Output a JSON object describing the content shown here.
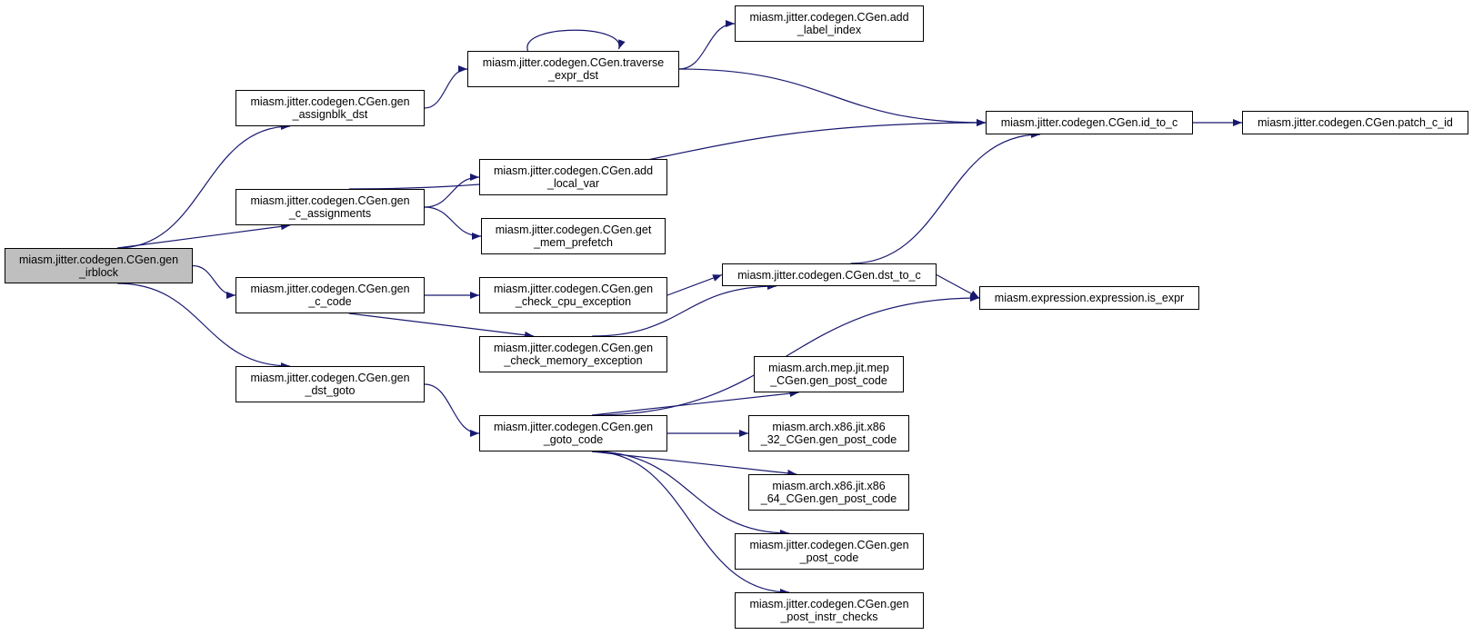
{
  "graph": {
    "edge_color": "#191970",
    "root_fill": "#bfbfbf",
    "nodes": [
      {
        "id": "gen_irblock",
        "lines": [
          "miasm.jitter.codegen.CGen.gen",
          "_irblock"
        ],
        "root": true
      },
      {
        "id": "gen_assignblk_dst",
        "lines": [
          "miasm.jitter.codegen.CGen.gen",
          "_assignblk_dst"
        ]
      },
      {
        "id": "gen_c_assignments",
        "lines": [
          "miasm.jitter.codegen.CGen.gen",
          "_c_assignments"
        ]
      },
      {
        "id": "gen_c_code",
        "lines": [
          "miasm.jitter.codegen.CGen.gen",
          "_c_code"
        ]
      },
      {
        "id": "gen_dst_goto",
        "lines": [
          "miasm.jitter.codegen.CGen.gen",
          "_dst_goto"
        ]
      },
      {
        "id": "traverse_expr_dst",
        "lines": [
          "miasm.jitter.codegen.CGen.traverse",
          "_expr_dst"
        ]
      },
      {
        "id": "add_local_var",
        "lines": [
          "miasm.jitter.codegen.CGen.add",
          "_local_var"
        ]
      },
      {
        "id": "get_mem_prefetch",
        "lines": [
          "miasm.jitter.codegen.CGen.get",
          "_mem_prefetch"
        ]
      },
      {
        "id": "gen_check_cpu_exception",
        "lines": [
          "miasm.jitter.codegen.CGen.gen",
          "_check_cpu_exception"
        ]
      },
      {
        "id": "gen_check_memory_exception",
        "lines": [
          "miasm.jitter.codegen.CGen.gen",
          "_check_memory_exception"
        ]
      },
      {
        "id": "gen_goto_code",
        "lines": [
          "miasm.jitter.codegen.CGen.gen",
          "_goto_code"
        ]
      },
      {
        "id": "add_label_index",
        "lines": [
          "miasm.jitter.codegen.CGen.add",
          "_label_index"
        ]
      },
      {
        "id": "dst_to_c",
        "lines": [
          "miasm.jitter.codegen.CGen.dst_to_c"
        ]
      },
      {
        "id": "id_to_c",
        "lines": [
          "miasm.jitter.codegen.CGen.id_to_c"
        ]
      },
      {
        "id": "patch_c_id",
        "lines": [
          "miasm.jitter.codegen.CGen.patch_c_id"
        ]
      },
      {
        "id": "is_expr",
        "lines": [
          "miasm.expression.expression.is_expr"
        ]
      },
      {
        "id": "mep_gen_post_code",
        "lines": [
          "miasm.arch.mep.jit.mep",
          "_CGen.gen_post_code"
        ]
      },
      {
        "id": "x86_32_gen_post_code",
        "lines": [
          "miasm.arch.x86.jit.x86",
          "_32_CGen.gen_post_code"
        ]
      },
      {
        "id": "x86_64_gen_post_code",
        "lines": [
          "miasm.arch.x86.jit.x86",
          "_64_CGen.gen_post_code"
        ]
      },
      {
        "id": "gen_post_code",
        "lines": [
          "miasm.jitter.codegen.CGen.gen",
          "_post_code"
        ]
      },
      {
        "id": "gen_post_instr_checks",
        "lines": [
          "miasm.jitter.codegen.CGen.gen",
          "_post_instr_checks"
        ]
      }
    ],
    "edges": [
      {
        "from": "gen_irblock",
        "to": "gen_assignblk_dst"
      },
      {
        "from": "gen_irblock",
        "to": "gen_c_assignments"
      },
      {
        "from": "gen_irblock",
        "to": "gen_c_code"
      },
      {
        "from": "gen_irblock",
        "to": "gen_dst_goto"
      },
      {
        "from": "gen_assignblk_dst",
        "to": "traverse_expr_dst"
      },
      {
        "from": "traverse_expr_dst",
        "to": "traverse_expr_dst"
      },
      {
        "from": "traverse_expr_dst",
        "to": "add_label_index"
      },
      {
        "from": "traverse_expr_dst",
        "to": "id_to_c"
      },
      {
        "from": "gen_c_assignments",
        "to": "id_to_c"
      },
      {
        "from": "gen_c_assignments",
        "to": "add_local_var"
      },
      {
        "from": "gen_c_assignments",
        "to": "get_mem_prefetch"
      },
      {
        "from": "gen_c_code",
        "to": "gen_check_cpu_exception"
      },
      {
        "from": "gen_c_code",
        "to": "gen_check_memory_exception"
      },
      {
        "from": "gen_check_cpu_exception",
        "to": "dst_to_c"
      },
      {
        "from": "gen_check_memory_exception",
        "to": "dst_to_c"
      },
      {
        "from": "dst_to_c",
        "to": "id_to_c"
      },
      {
        "from": "dst_to_c",
        "to": "is_expr"
      },
      {
        "from": "id_to_c",
        "to": "patch_c_id"
      },
      {
        "from": "gen_dst_goto",
        "to": "gen_goto_code"
      },
      {
        "from": "gen_goto_code",
        "to": "is_expr"
      },
      {
        "from": "gen_goto_code",
        "to": "mep_gen_post_code"
      },
      {
        "from": "gen_goto_code",
        "to": "x86_32_gen_post_code"
      },
      {
        "from": "gen_goto_code",
        "to": "x86_64_gen_post_code"
      },
      {
        "from": "gen_goto_code",
        "to": "gen_post_code"
      },
      {
        "from": "gen_goto_code",
        "to": "gen_post_instr_checks"
      }
    ]
  }
}
